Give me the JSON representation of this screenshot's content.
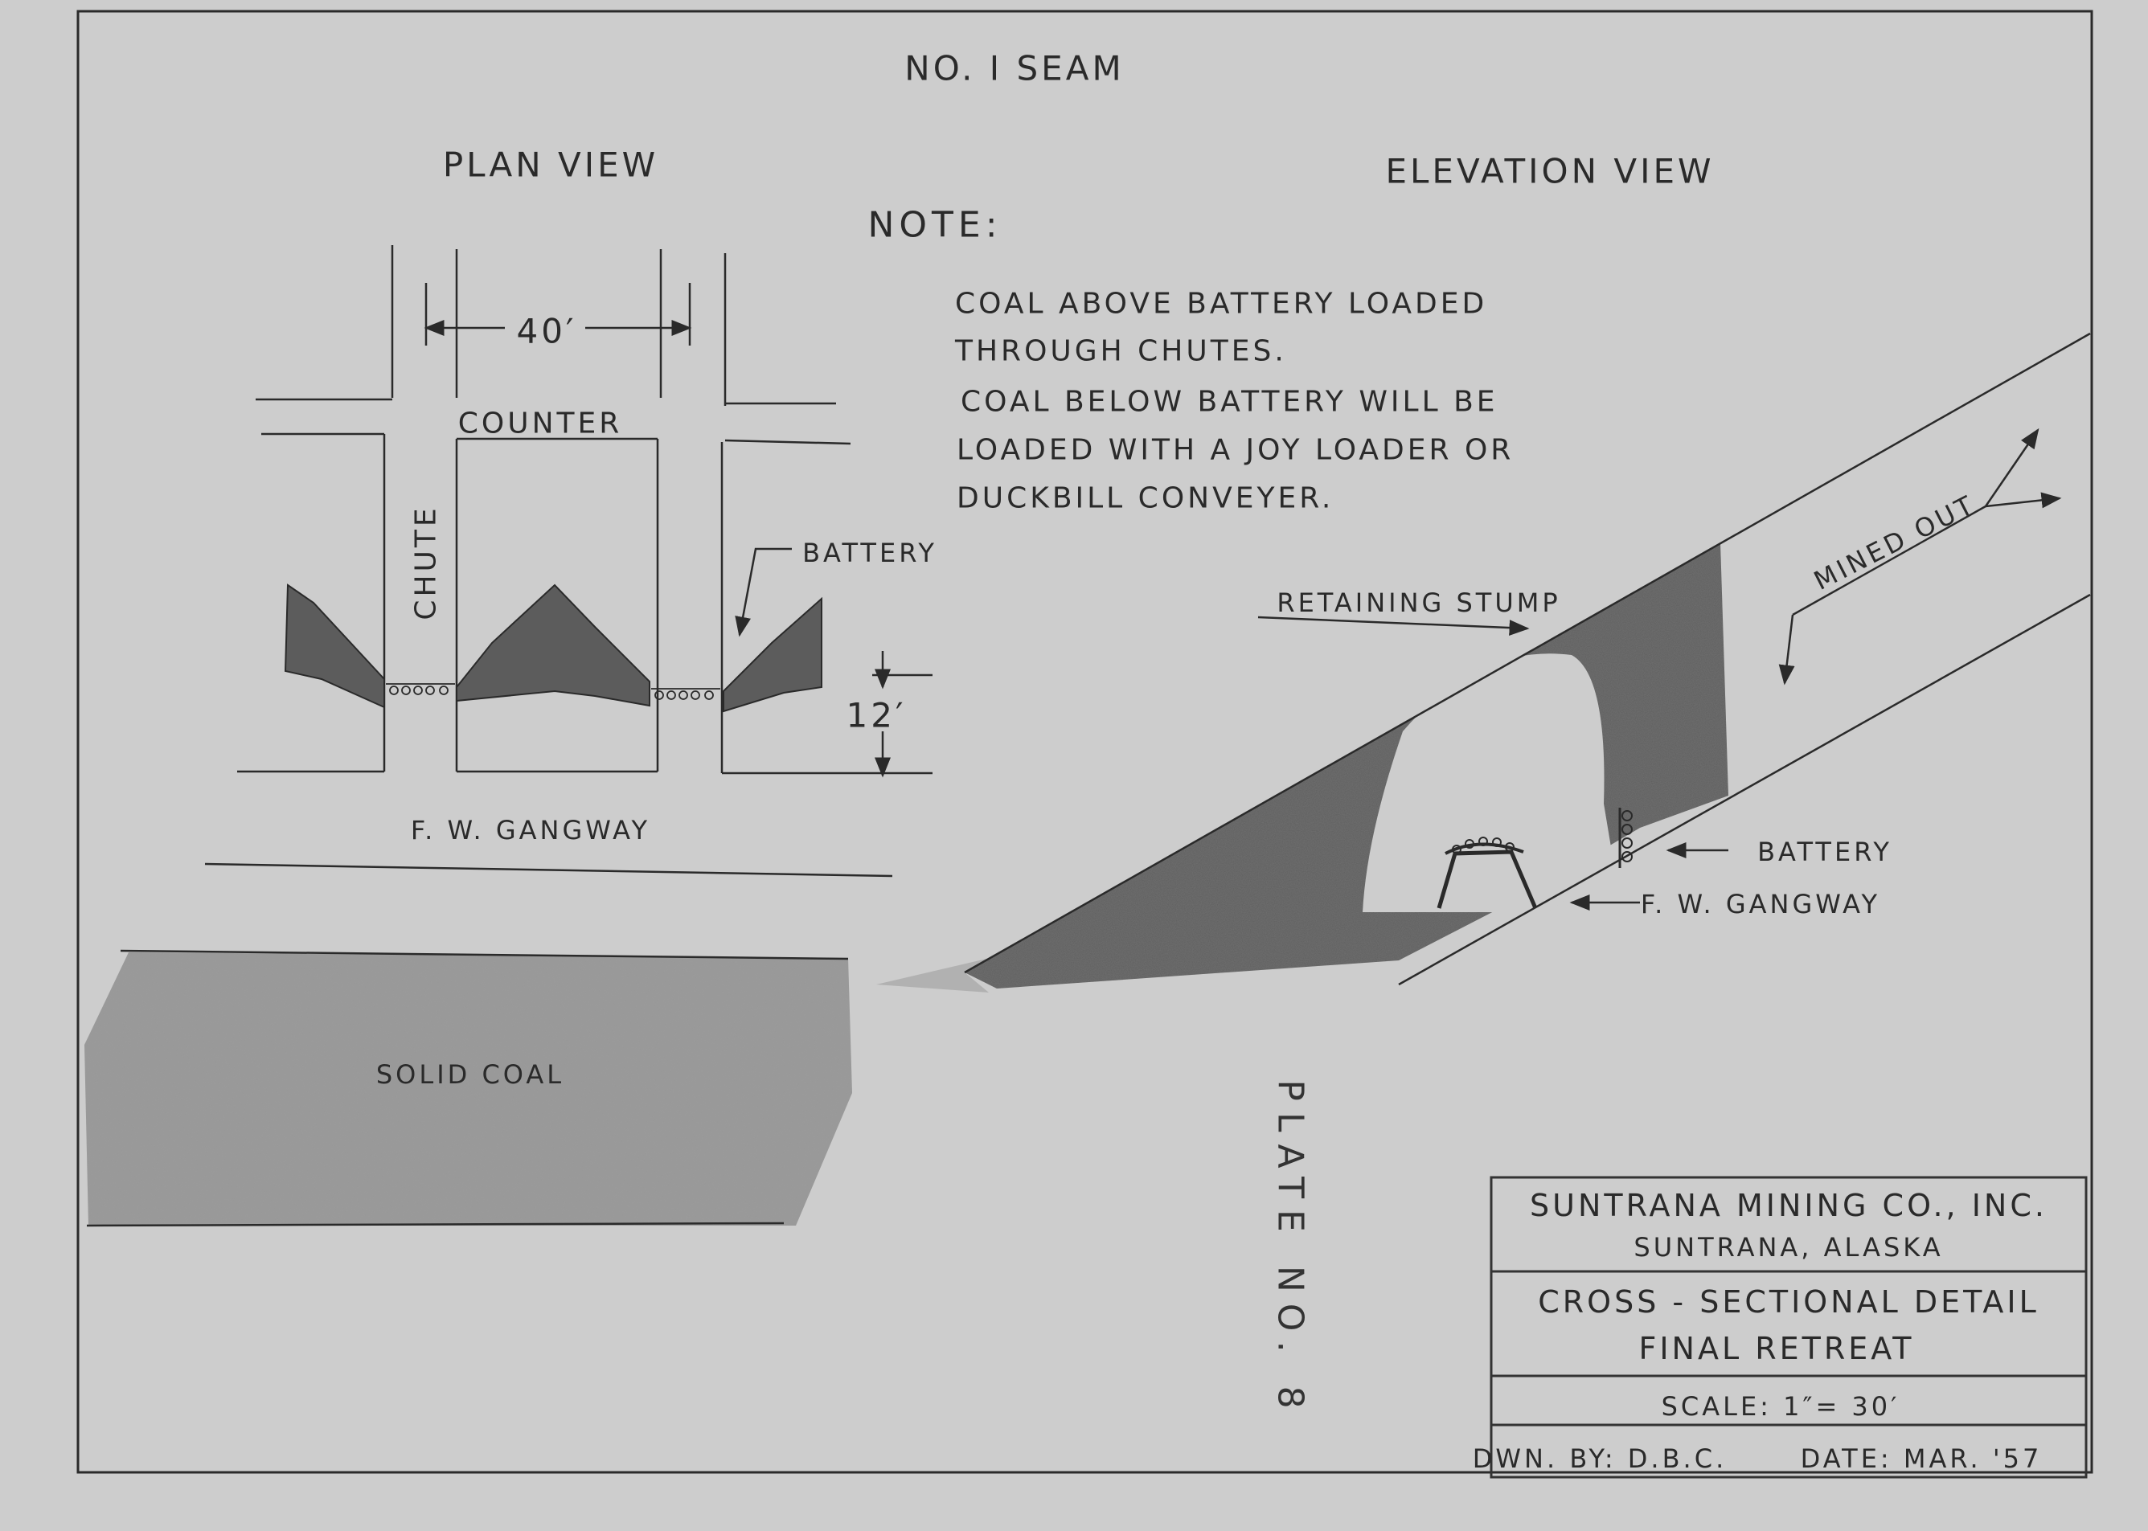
{
  "title": "NO. I SEAM",
  "plan_view": {
    "heading": "PLAN VIEW",
    "width_dim": "40′",
    "height_dim": "12′",
    "counter": "COUNTER",
    "chute": "CHUTE",
    "battery": "BATTERY",
    "gangway": "F. W. GANGWAY",
    "solid_coal": "SOLID COAL"
  },
  "elevation_view": {
    "heading": "ELEVATION VIEW",
    "retaining_stump": "RETAINING STUMP",
    "mined_out": "MINED OUT",
    "battery": "BATTERY",
    "gangway": "F. W. GANGWAY"
  },
  "note": {
    "heading": "NOTE:",
    "lines": [
      "COAL ABOVE BATTERY LOADED",
      "THROUGH CHUTES.",
      "COAL BELOW BATTERY WILL BE",
      "LOADED WITH A JOY LOADER OR",
      "DUCKBILL CONVEYER."
    ]
  },
  "title_block": {
    "company": "SUNTRANA MINING CO., INC.",
    "location": "SUNTRANA, ALASKA",
    "drawing_title_1": "CROSS - SECTIONAL DETAIL",
    "drawing_title_2": "FINAL RETREAT",
    "scale": "SCALE: 1″= 30′",
    "drawn_by": "DWN. BY: D.B.C.",
    "date": "DATE: MAR. '57"
  },
  "plate": "PLATE NO. 8",
  "colors": {
    "paper": "#cdcdcd",
    "ink": "#2a2a2a",
    "shading": "#5c5c5c"
  }
}
